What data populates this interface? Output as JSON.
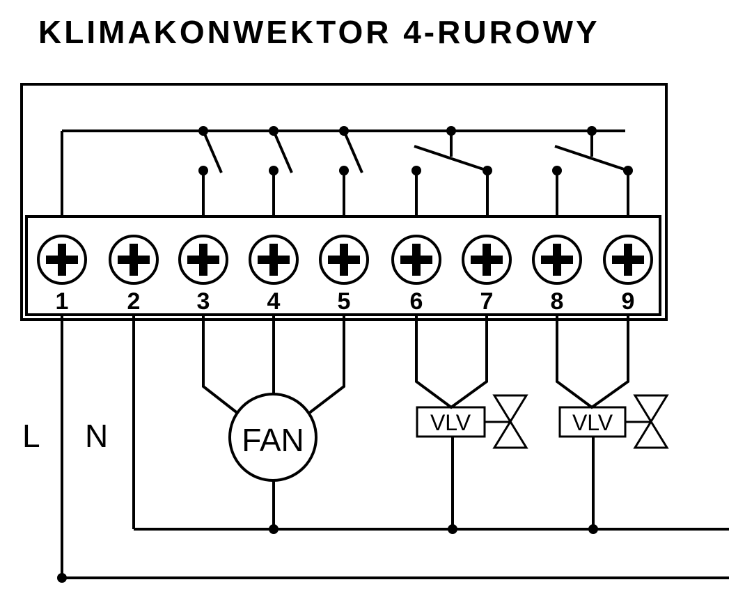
{
  "title": "KLIMAKONWEKTOR 4-RUROWY",
  "terminals": [
    "1",
    "2",
    "3",
    "4",
    "5",
    "6",
    "7",
    "8",
    "9"
  ],
  "lines": {
    "live": "L",
    "neutral": "N"
  },
  "fan_label": "FAN",
  "valves": [
    "VLV",
    "VLV"
  ],
  "colors": {
    "stroke": "#000000",
    "background": "#ffffff"
  }
}
